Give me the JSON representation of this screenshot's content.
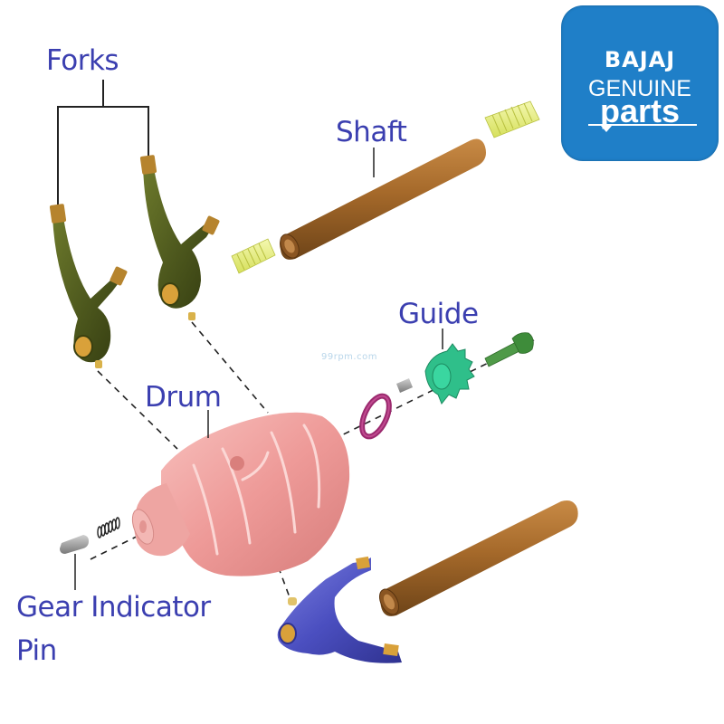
{
  "labels": {
    "forks": "Forks",
    "shaft": "Shaft",
    "guide": "Guide",
    "drum": "Drum",
    "gear_indicator_pin_line1": "Gear Indicator",
    "gear_indicator_pin_line2": "Pin"
  },
  "logo": {
    "brand": "BAJAJ",
    "line2": "GENUINE",
    "line3": "parts",
    "background_color": "#1f7fc8",
    "text_color": "#ffffff"
  },
  "watermark": "99rpm.com",
  "colors": {
    "label_text": "#3b3fb0",
    "fork_green": "#4f5a1e",
    "fork_blue": "#4b4fc0",
    "shaft_bronze": "#a5692a",
    "spring_yellow": "#e6ef7a",
    "drum_pink": "#ee9a98",
    "guide_green": "#2fbf8a",
    "bolt_green": "#3e8c3a",
    "ring_purple": "#9b2a6e",
    "pin_gray": "#9a9a9a",
    "insert_gold": "#d9a13a"
  },
  "parts": [
    {
      "id": "fork-left",
      "name": "Fork (left, green)"
    },
    {
      "id": "fork-middle",
      "name": "Fork (middle, green)"
    },
    {
      "id": "fork-blue",
      "name": "Fork (bottom, blue)"
    },
    {
      "id": "shaft-upper",
      "name": "Shaft (upper)"
    },
    {
      "id": "shaft-lower",
      "name": "Shaft (lower)"
    },
    {
      "id": "spring-upper-left",
      "name": "Spring"
    },
    {
      "id": "spring-upper-right",
      "name": "Spring"
    },
    {
      "id": "drum",
      "name": "Drum"
    },
    {
      "id": "guide",
      "name": "Guide"
    },
    {
      "id": "guide-bolt",
      "name": "Bolt"
    },
    {
      "id": "guide-pin",
      "name": "Pin"
    },
    {
      "id": "o-ring",
      "name": "O-Ring"
    },
    {
      "id": "indicator-spring",
      "name": "Spring"
    },
    {
      "id": "gear-indicator-pin",
      "name": "Gear Indicator Pin"
    }
  ]
}
